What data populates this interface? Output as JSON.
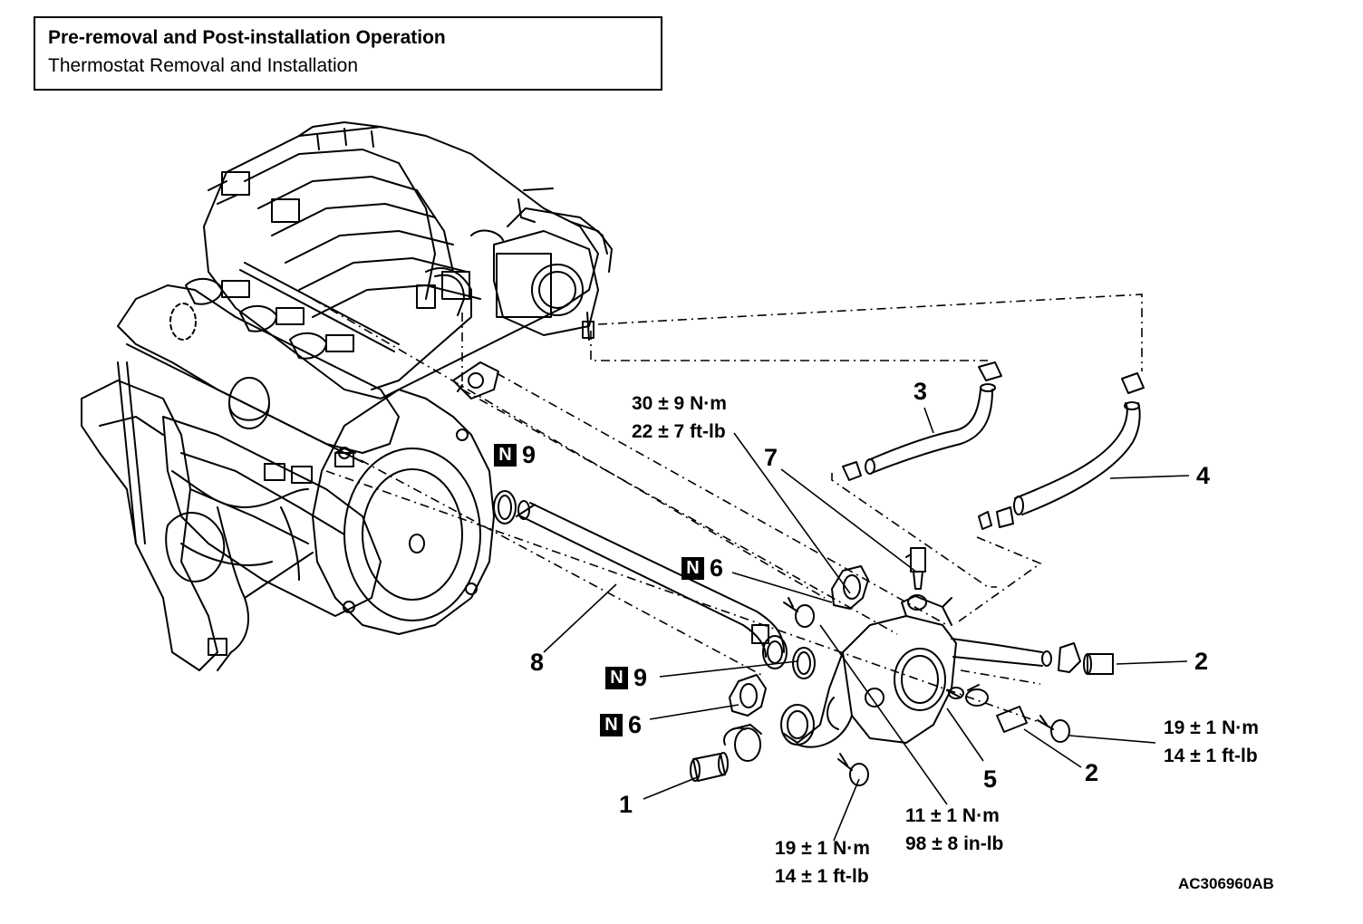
{
  "header": {
    "title": "Pre-removal and Post-installation Operation",
    "subtitle": "Thermostat Removal and Installation"
  },
  "callouts": {
    "p1": "1",
    "p2a": "2",
    "p2b": "2",
    "p3": "3",
    "p4": "4",
    "p5": "5",
    "p7": "7",
    "p8": "8"
  },
  "nmarks": {
    "mark_glyph": "N",
    "n9_top": "9",
    "n6_upper": "6",
    "n9_lower": "9",
    "n6_lower": "6"
  },
  "torques": {
    "t_top_nm": "30 ± 9 N·m",
    "t_top_ft": "22 ± 7 ft-lb",
    "t_right_nm": "19 ± 1 N·m",
    "t_right_ft": "14 ± 1 ft-lb",
    "t_center_nm": "11 ± 1 N·m",
    "t_center_in": "98 ± 8 in-lb",
    "t_bottom_nm": "19 ± 1 N·m",
    "t_bottom_ft": "14 ± 1 ft-lb"
  },
  "figure_code": "AC306960AB"
}
